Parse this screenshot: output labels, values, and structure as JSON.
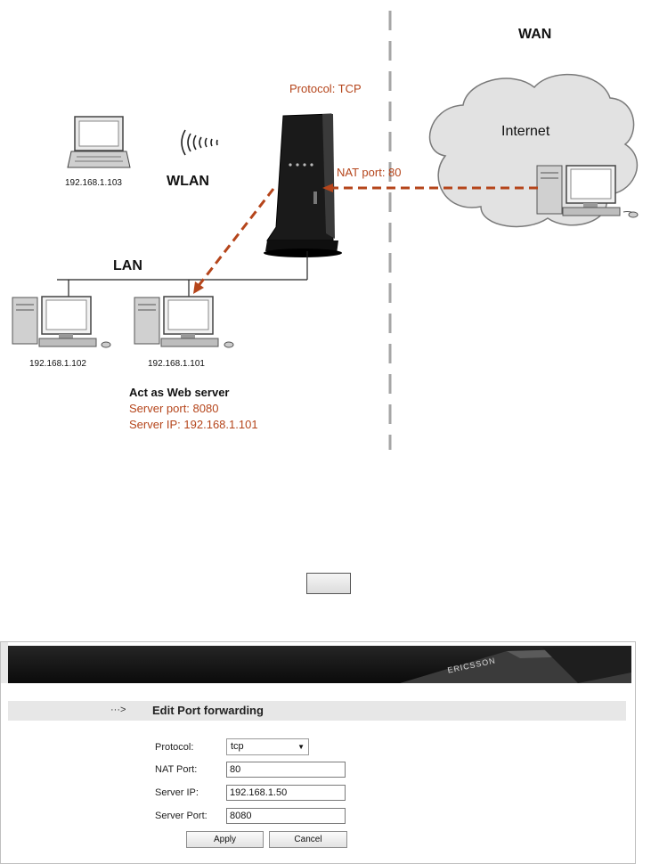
{
  "diagram": {
    "zone_wan": "WAN",
    "zone_internet": "Internet",
    "protocol_label": "Protocol: TCP",
    "nat_port_label": "NAT port: 80",
    "wlan_label": "WLAN",
    "lan_label": "LAN",
    "laptop_ip": "192.168.1.103",
    "pc_left_ip": "192.168.1.102",
    "pc_right_ip": "192.168.1.101",
    "server_title": "Act as Web server",
    "server_port_label": "Server port: 8080",
    "server_ip_label": "Server IP: 192.168.1.101",
    "accent_color": "#b5451b"
  },
  "panel": {
    "brand": "ERICSSON",
    "section_arrow": "···>",
    "section_title": "Edit Port forwarding",
    "form": {
      "protocol_label": "Protocol:",
      "protocol_value": "tcp",
      "nat_port_label": "NAT Port:",
      "nat_port_value": "80",
      "server_ip_label": "Server IP:",
      "server_ip_value": "192.168.1.50",
      "server_port_label": "Server Port:",
      "server_port_value": "8080"
    },
    "apply_label": "Apply",
    "cancel_label": "Cancel"
  }
}
